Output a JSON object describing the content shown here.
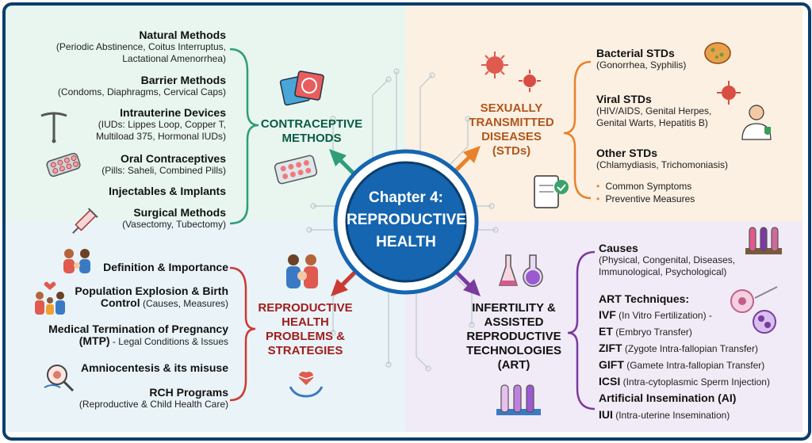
{
  "center": {
    "line1": "Chapter 4:",
    "line2": "REPRODUCTIVE",
    "line3": "HEALTH"
  },
  "contraceptive": {
    "title_l1": "CONTRACEPTIVE",
    "title_l2": "METHODS",
    "items": [
      {
        "title": "Natural Methods",
        "detail_l1": "(Periodic Abstinence, Coitus Interruptus,",
        "detail_l2": "Lactational Amenorrhea)"
      },
      {
        "title": "Barrier Methods",
        "detail_l1": "(Condoms, Diaphragms, Cervical Caps)"
      },
      {
        "title": "Intrauterine Devices",
        "detail_l1": "(IUDs: Lippes Loop, Copper T,",
        "detail_l2": "Multiload 375, Hormonal IUDs)"
      },
      {
        "title": "Oral Contraceptives",
        "detail_l1": "(Pills: Saheli, Combined Pills)"
      },
      {
        "title": "Injectables & Implants"
      },
      {
        "title": "Surgical Methods",
        "detail_l1": "(Vasectomy, Tubectomy)"
      }
    ]
  },
  "std": {
    "title_l1": "SEXUALLY",
    "title_l2": "TRANSMITTED",
    "title_l3": "DISEASES",
    "title_l4": "(STDs)",
    "items": [
      {
        "title": "Bacterial STDs",
        "detail_l1": "(Gonorrhea, Syphilis)"
      },
      {
        "title": "Viral STDs",
        "detail_l1": "(HIV/AIDS, Genital Herpes,",
        "detail_l2": "Genital Warts, Hepatitis B)"
      },
      {
        "title": "Other STDs",
        "detail_l1": "(Chlamydiasis, Trichomoniasis)"
      }
    ],
    "bullets": [
      "Common Symptoms",
      "Preventive Measures"
    ]
  },
  "rh": {
    "title_l1": "REPRODUCTIVE",
    "title_l2": "HEALTH",
    "title_l3": "PROBLEMS &",
    "title_l4": "STRATEGIES",
    "items": [
      {
        "title": "Definition & Importance"
      },
      {
        "title_l1": "Population Explosion & Birth",
        "title_l2": "Control",
        "detail": " (Causes, Measures)"
      },
      {
        "title_l1": "Medical Termination of Pregnancy",
        "title_l2": "(MTP)",
        "detail": " - Legal Conditions & Issues"
      },
      {
        "title": "Amniocentesis & its misuse"
      },
      {
        "title": "RCH Programs",
        "detail_l1": "(Reproductive & Child Health Care)"
      }
    ]
  },
  "art": {
    "title_l1": "INFERTILITY &",
    "title_l2": "ASSISTED",
    "title_l3": "REPRODUCTIVE",
    "title_l4": "TECHNOLOGIES",
    "title_l5": "(ART)",
    "causes": {
      "title": "Causes",
      "detail_l1": "(Physical, Congenital, Diseases,",
      "detail_l2": "Immunological, Psychological)"
    },
    "techniques_title": "ART Techniques:",
    "techniques": [
      {
        "abbr": "IVF",
        "full": " (In Vitro Fertilization) -"
      },
      {
        "abbr": "ET",
        "full": " (Embryo Transfer)"
      },
      {
        "abbr": "ZIFT",
        "full": " (Zygote Intra-fallopian Transfer)"
      },
      {
        "abbr": "GIFT",
        "full": " (Gamete Intra-fallopian Transfer)"
      },
      {
        "abbr": "ICSI",
        "full": " (Intra-cytoplasmic Sperm Injection)"
      },
      {
        "abbr": "Artificial Insemination (AI)",
        "full": ""
      },
      {
        "abbr": "IUI",
        "full": " (Intra-uterine Insemination)"
      }
    ]
  },
  "colors": {
    "green": "#2f9c7a",
    "orange": "#e8822a",
    "red": "#cc3a33",
    "purple": "#7a3aa0",
    "navy": "#0d3d6b",
    "center": "#1565b0"
  }
}
